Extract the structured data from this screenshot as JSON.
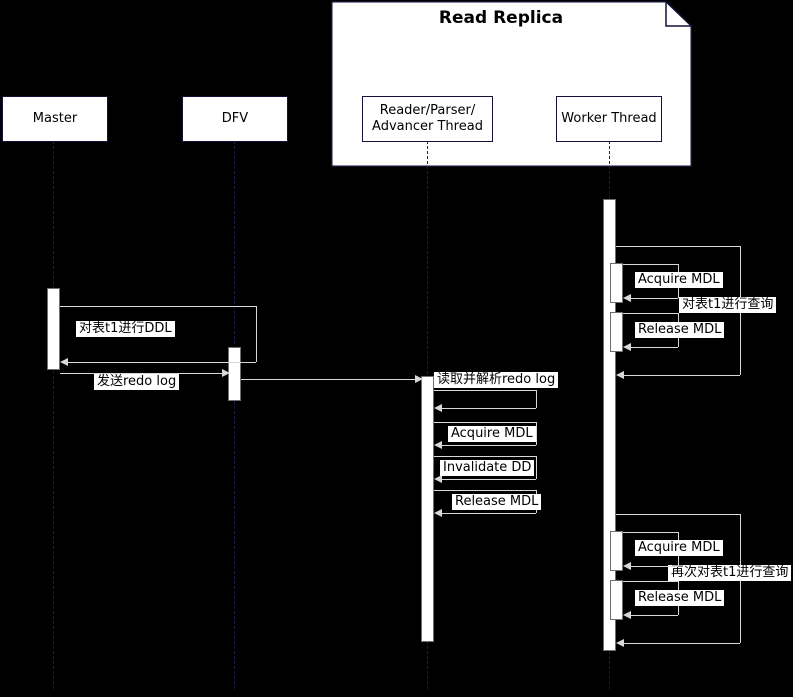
{
  "diagram": {
    "type": "uml-sequence-diagram",
    "title": "Read Replica DDL / MDL sequence"
  },
  "container": {
    "label": "Read Replica"
  },
  "participants": [
    {
      "id": "master",
      "label": "Master"
    },
    {
      "id": "dfv",
      "label": "DFV"
    },
    {
      "id": "reader",
      "label": "Reader/Parser/\nAdvancer Thread",
      "line1": "Reader/Parser/",
      "line2": "Advancer Thread"
    },
    {
      "id": "worker",
      "label": "Worker Thread"
    }
  ],
  "messages": [
    {
      "id": "m1",
      "text": "对表t1进行DDL",
      "from": "master",
      "to": "master",
      "kind": "self"
    },
    {
      "id": "m2",
      "text": "发送redo log",
      "from": "master",
      "to": "dfv",
      "kind": "call"
    },
    {
      "id": "m3",
      "text": "读取并解析redo log",
      "from": "dfv",
      "to": "reader",
      "kind": "call"
    },
    {
      "id": "m4",
      "text": "Acquire MDL",
      "from": "reader",
      "to": "reader",
      "kind": "self"
    },
    {
      "id": "m5",
      "text": "Invalidate DD",
      "from": "reader",
      "to": "reader",
      "kind": "self"
    },
    {
      "id": "m6",
      "text": "Release MDL",
      "from": "reader",
      "to": "reader",
      "kind": "self"
    },
    {
      "id": "m7",
      "text": "对表t1进行查询",
      "from": "worker",
      "to": "worker",
      "kind": "self"
    },
    {
      "id": "m8",
      "text": "Acquire MDL",
      "from": "worker",
      "to": "worker",
      "kind": "self"
    },
    {
      "id": "m9",
      "text": "Release MDL",
      "from": "worker",
      "to": "worker",
      "kind": "self"
    },
    {
      "id": "m10",
      "text": "再次对表t1进行查询",
      "from": "worker",
      "to": "worker",
      "kind": "self"
    },
    {
      "id": "m11",
      "text": "Acquire MDL",
      "from": "worker",
      "to": "worker",
      "kind": "self"
    },
    {
      "id": "m12",
      "text": "Release MDL",
      "from": "worker",
      "to": "worker",
      "kind": "self"
    }
  ],
  "colors": {
    "background": "#000000",
    "box_fill": "#ffffff",
    "box_border": "#12123a",
    "lifeline": "#1b1b4d",
    "message_line": "#d8d8d8",
    "activation_border": "#6f6f6f",
    "text": "#000000"
  }
}
